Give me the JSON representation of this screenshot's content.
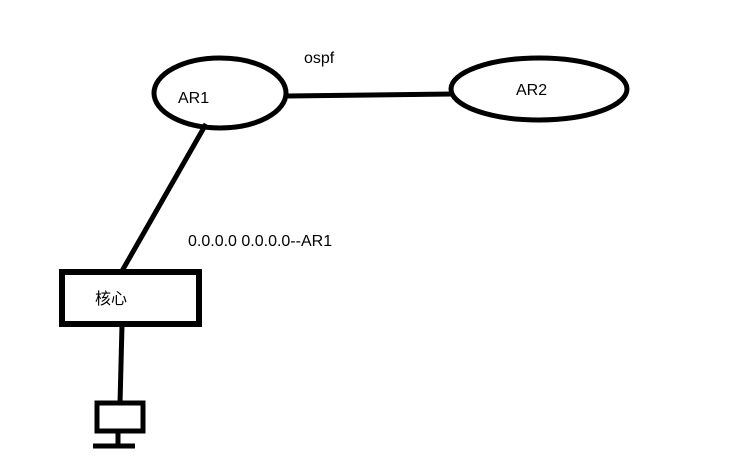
{
  "nodes": {
    "ar1": "AR1",
    "ar2": "AR2",
    "core": "核心"
  },
  "links": {
    "ar1_ar2": "ospf",
    "core_ar1": "0.0.0.0 0.0.0.0--AR1"
  }
}
